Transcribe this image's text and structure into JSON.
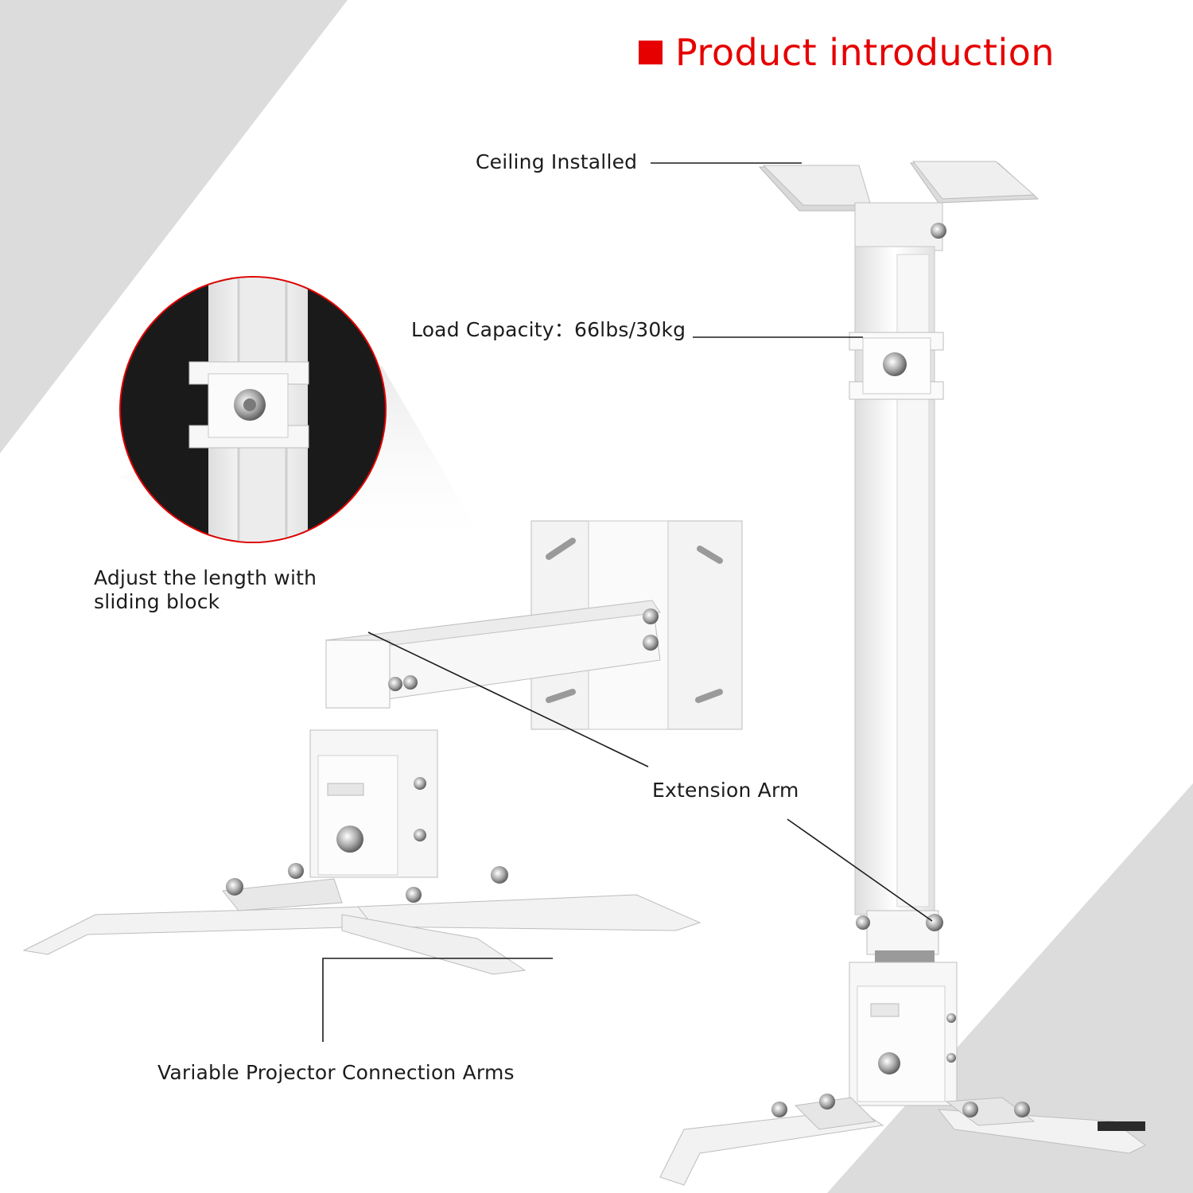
{
  "title": "Product introduction",
  "labels": {
    "ceiling": "Ceiling Installed",
    "load": "Load Capacity：66lbs/30kg",
    "adjust_line1": "Adjust the length with",
    "adjust_line2": "sliding block",
    "extension": "Extension Arm",
    "variable": "Variable Projector Connection Arms"
  },
  "colors": {
    "accent": "#e60000",
    "background_shape": "#dcdcdc",
    "zoom_background": "#1a1a1a",
    "metal": "#f4f4f4"
  }
}
